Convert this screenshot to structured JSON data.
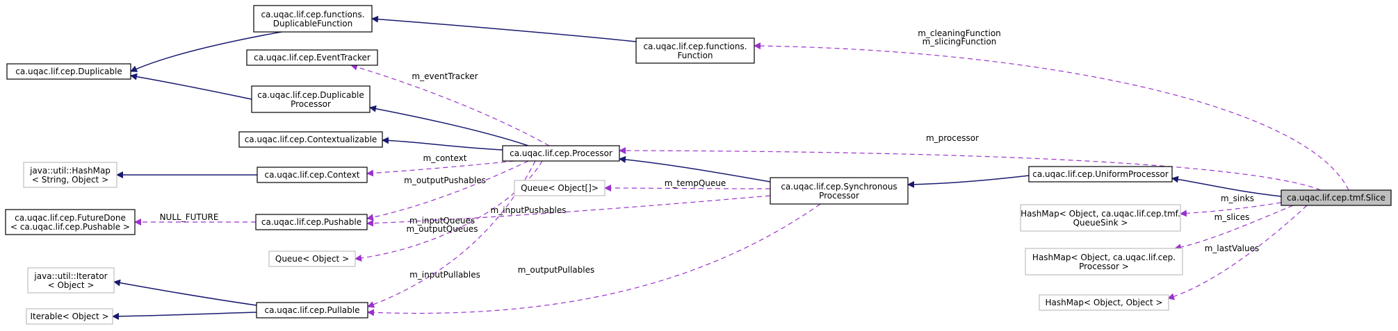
{
  "nodes": [
    {
      "id": "dupfn",
      "lines": [
        "ca.uqac.lif.cep.functions.",
        "DuplicableFunction"
      ],
      "style": "normal"
    },
    {
      "id": "dup",
      "lines": [
        "ca.uqac.lif.cep.Duplicable"
      ],
      "style": "normal"
    },
    {
      "id": "function",
      "lines": [
        "ca.uqac.lif.cep.functions.",
        "Function"
      ],
      "style": "normal"
    },
    {
      "id": "tracker",
      "lines": [
        "ca.uqac.lif.cep.EventTracker"
      ],
      "style": "normal"
    },
    {
      "id": "dupproc",
      "lines": [
        "ca.uqac.lif.cep.Duplicable",
        "Processor"
      ],
      "style": "normal"
    },
    {
      "id": "ctxable",
      "lines": [
        "ca.uqac.lif.cep.Contextualizable"
      ],
      "style": "normal"
    },
    {
      "id": "hashmap",
      "lines": [
        "java::util::HashMap",
        "< String, Object >"
      ],
      "style": "ext"
    },
    {
      "id": "context",
      "lines": [
        "ca.uqac.lif.cep.Context"
      ],
      "style": "normal"
    },
    {
      "id": "processor",
      "lines": [
        "ca.uqac.lif.cep.Processor"
      ],
      "style": "normal"
    },
    {
      "id": "qobjarr",
      "lines": [
        "Queue< Object[]>"
      ],
      "style": "ext"
    },
    {
      "id": "sync",
      "lines": [
        "ca.uqac.lif.cep.Synchronous",
        "Processor"
      ],
      "style": "normal"
    },
    {
      "id": "uniform",
      "lines": [
        "ca.uqac.lif.cep.UniformProcessor"
      ],
      "style": "normal"
    },
    {
      "id": "slice",
      "lines": [
        "ca.uqac.lif.cep.tmf.Slice"
      ],
      "style": "focus"
    },
    {
      "id": "future",
      "lines": [
        "ca.uqac.lif.cep.FutureDone",
        "< ca.uqac.lif.cep.Pushable >"
      ],
      "style": "normal"
    },
    {
      "id": "pushable",
      "lines": [
        "ca.uqac.lif.cep.Pushable"
      ],
      "style": "normal"
    },
    {
      "id": "hmsink",
      "lines": [
        "HashMap< Object, ca.uqac.lif.cep.tmf.",
        "QueueSink >"
      ],
      "style": "ext"
    },
    {
      "id": "qobj",
      "lines": [
        "Queue< Object >"
      ],
      "style": "ext"
    },
    {
      "id": "hmproc",
      "lines": [
        "HashMap< Object, ca.uqac.lif.cep.",
        "Processor >"
      ],
      "style": "ext"
    },
    {
      "id": "iterator",
      "lines": [
        "java::util::Iterator",
        "< Object >"
      ],
      "style": "ext"
    },
    {
      "id": "pullable",
      "lines": [
        "ca.uqac.lif.cep.Pullable"
      ],
      "style": "normal"
    },
    {
      "id": "iterable",
      "lines": [
        "Iterable< Object >"
      ],
      "style": "ext"
    },
    {
      "id": "hmobj",
      "lines": [
        "HashMap< Object, Object >"
      ],
      "style": "ext"
    }
  ],
  "edges": [
    {
      "id": "e1",
      "kind": "inheritance",
      "from": "dupfn",
      "to": "dup",
      "label": []
    },
    {
      "id": "e2",
      "kind": "inheritance",
      "from": "function",
      "to": "dupfn",
      "label": []
    },
    {
      "id": "e3",
      "kind": "inheritance",
      "from": "dupproc",
      "to": "dup",
      "label": []
    },
    {
      "id": "e4",
      "kind": "inheritance",
      "from": "processor",
      "to": "dupproc",
      "label": []
    },
    {
      "id": "e5",
      "kind": "inheritance",
      "from": "processor",
      "to": "ctxable",
      "label": []
    },
    {
      "id": "e6",
      "kind": "inheritance",
      "from": "context",
      "to": "hashmap",
      "label": []
    },
    {
      "id": "e7",
      "kind": "inheritance",
      "from": "sync",
      "to": "processor",
      "label": []
    },
    {
      "id": "e8",
      "kind": "inheritance",
      "from": "uniform",
      "to": "sync",
      "label": []
    },
    {
      "id": "e9",
      "kind": "inheritance",
      "from": "slice",
      "to": "uniform",
      "label": []
    },
    {
      "id": "e10",
      "kind": "inheritance",
      "from": "pullable",
      "to": "iterator",
      "label": []
    },
    {
      "id": "e11",
      "kind": "inheritance",
      "from": "pullable",
      "to": "iterable",
      "label": []
    },
    {
      "id": "u1",
      "kind": "usage",
      "from": "slice",
      "to": "function",
      "label": [
        "m_cleaningFunction",
        "m_slicingFunction"
      ]
    },
    {
      "id": "u2",
      "kind": "usage",
      "from": "processor",
      "to": "tracker",
      "label": [
        "m_eventTracker"
      ]
    },
    {
      "id": "u3",
      "kind": "usage",
      "from": "slice",
      "to": "processor",
      "label": [
        "m_processor"
      ]
    },
    {
      "id": "u4",
      "kind": "usage",
      "from": "processor",
      "to": "context",
      "label": [
        "m_context"
      ]
    },
    {
      "id": "u5",
      "kind": "usage",
      "from": "processor",
      "to": "pushable",
      "label": [
        "m_outputPushables"
      ]
    },
    {
      "id": "u6",
      "kind": "usage",
      "from": "sync",
      "to": "qobjarr",
      "label": [
        "m_tempQueue"
      ]
    },
    {
      "id": "u7",
      "kind": "usage",
      "from": "pushable",
      "to": "future",
      "label": [
        "NULL_FUTURE"
      ]
    },
    {
      "id": "u8",
      "kind": "usage",
      "from": "sync",
      "to": "pushable",
      "label": [
        "m_inputPushables"
      ]
    },
    {
      "id": "u9",
      "kind": "usage",
      "from": "processor",
      "to": "qobj",
      "label": [
        "m_inputQueues",
        "m_outputQueues"
      ]
    },
    {
      "id": "u10",
      "kind": "usage",
      "from": "processor",
      "to": "pullable",
      "label": [
        "m_inputPullables"
      ]
    },
    {
      "id": "u11",
      "kind": "usage",
      "from": "sync",
      "to": "pullable",
      "label": [
        "m_outputPullables"
      ]
    },
    {
      "id": "u12",
      "kind": "usage",
      "from": "slice",
      "to": "hmsink",
      "label": [
        "m_sinks"
      ]
    },
    {
      "id": "u13",
      "kind": "usage",
      "from": "slice",
      "to": "hmproc",
      "label": [
        "m_slices"
      ]
    },
    {
      "id": "u14",
      "kind": "usage",
      "from": "slice",
      "to": "hmobj",
      "label": [
        "m_lastValues"
      ]
    }
  ],
  "colors": {
    "inheritance_edge": "#191970",
    "usage_edge": "#9a32cd",
    "node_border": "#000000",
    "external_node_border": "#bfbfbf",
    "focus_node_fill": "#bfbfbf"
  }
}
